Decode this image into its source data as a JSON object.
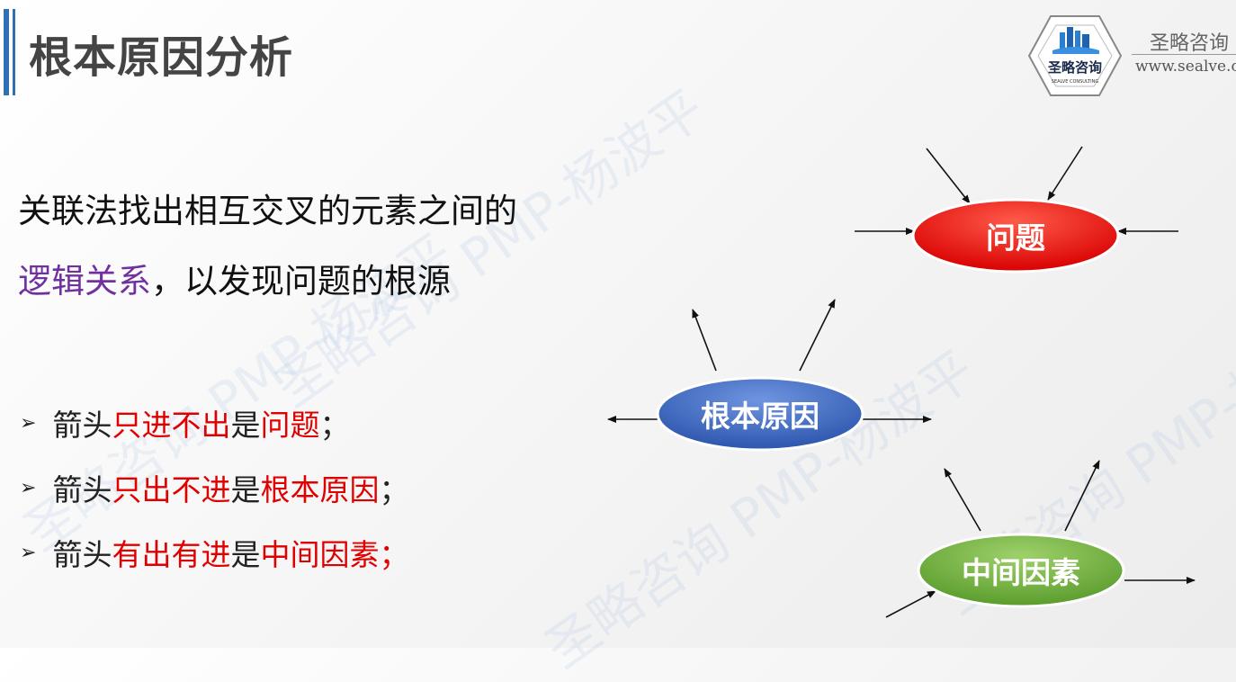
{
  "title": "根本原因分析",
  "logo": {
    "badge_text": "圣略咨询",
    "badge_subtext": "SEALVE CONSULTING",
    "name": "圣略咨询",
    "url": "www.sealve.c"
  },
  "watermark": "圣略咨询 PMP-杨波平",
  "intro": {
    "part1": "关联法找出相互交叉的元素之间的",
    "highlight": "逻辑关系",
    "part2": "，以发现问题的根源"
  },
  "bullets": [
    {
      "lead": "箭头",
      "rule": "只进不出",
      "mid": "是",
      "result": "问题",
      "end": "；",
      "end_red": false
    },
    {
      "lead": "箭头",
      "rule": "只出不进",
      "mid": "是",
      "result": "根本原因",
      "end": "；",
      "end_red": false
    },
    {
      "lead": "箭头",
      "rule": "有出有进",
      "mid": "是",
      "result": "中间因素",
      "end": "；",
      "end_red": true
    }
  ],
  "diagram": {
    "nodes": [
      {
        "id": "problem",
        "label": "问题",
        "color": "#e81010"
      },
      {
        "id": "root_cause",
        "label": "根本原因",
        "color": "#3d68c1"
      },
      {
        "id": "intermediate",
        "label": "中间因素",
        "color": "#6fae3a"
      }
    ]
  }
}
